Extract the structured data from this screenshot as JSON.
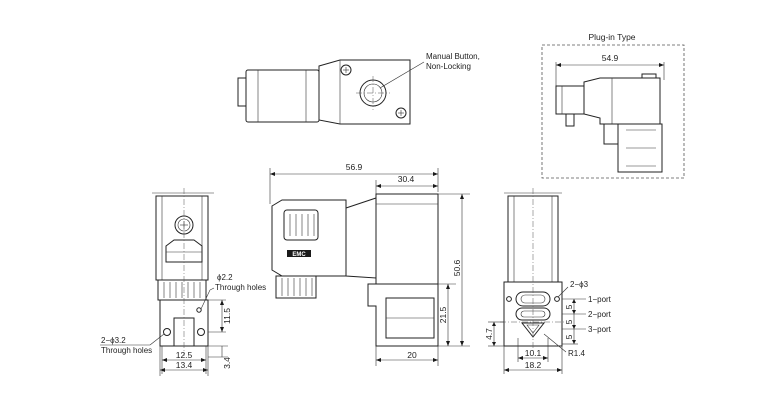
{
  "top_view": {
    "manual_button_line1": "Manual Button,",
    "manual_button_line2": "Non-Locking"
  },
  "plug_in": {
    "title": "Plug-in Type",
    "width": "54.9"
  },
  "left_view": {
    "hole_phi": "ϕ2.2",
    "hole_note": "Through holes",
    "mount_holes": "2−ϕ3.2",
    "mount_note": "Through holes",
    "dim_height": "11.5",
    "dim_inner": "12.5",
    "dim_outer": "13.4",
    "dim_base": "3.4"
  },
  "front_view": {
    "dim_total": "56.9",
    "dim_body": "30.4",
    "dim_height": "50.6",
    "dim_port_h": "21.5",
    "dim_width": "20",
    "logo": "EMC"
  },
  "right_view": {
    "port_holes": "2−ϕ3",
    "port1": "1−port",
    "port2": "2−port",
    "port3": "3−port",
    "dim_pitch1": "5",
    "dim_pitch2": "5",
    "dim_pitch3": "5",
    "dim_offset": "4.7",
    "dim_inner": "10.1",
    "dim_outer": "18.2",
    "radius": "R1.4"
  }
}
